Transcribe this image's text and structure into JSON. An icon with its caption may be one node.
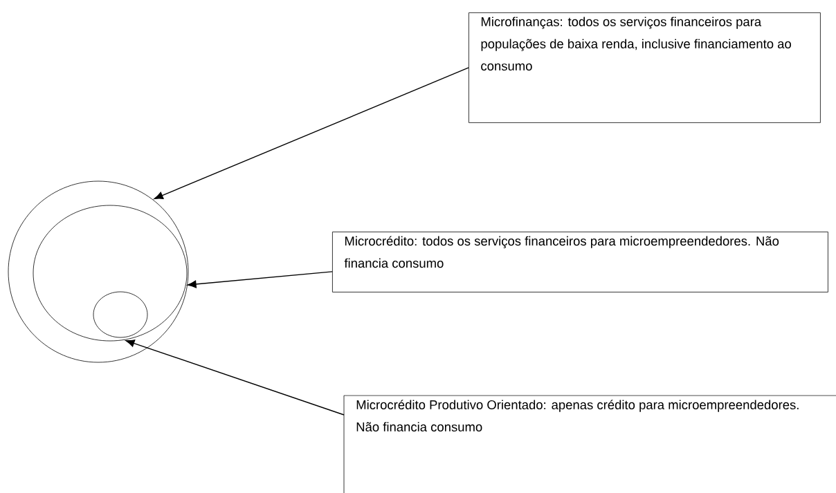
{
  "diagram": {
    "nodes": [
      {
        "text": [
          "Microfinanças: todos os serviços financeiros para populações de baixa renda, inclusive financiamento ao consumo"
        ]
      },
      {
        "text": [
          "Microcrédito: todos os serviços financeiros para microempreendedores. Não financia consumo"
        ]
      },
      {
        "text": [
          "Microcrédito Produtivo Orientado: apenas crédito para microempreendedores. Não financia consumo"
        ]
      },
      {
        "text": [],
        "shape": "circle"
      },
      {
        "text": [],
        "shape": "circle",
        "in": 3
      },
      {
        "text": [],
        "shape": "circle",
        "in": 4
      }
    ],
    "edges": [
      {
        "from": 0,
        "to": 3,
        "arrow": "to"
      },
      {
        "from": 1,
        "to": 4,
        "arrow": "to"
      },
      {
        "from": 2,
        "to": 4,
        "arrow": "to"
      }
    ]
  }
}
